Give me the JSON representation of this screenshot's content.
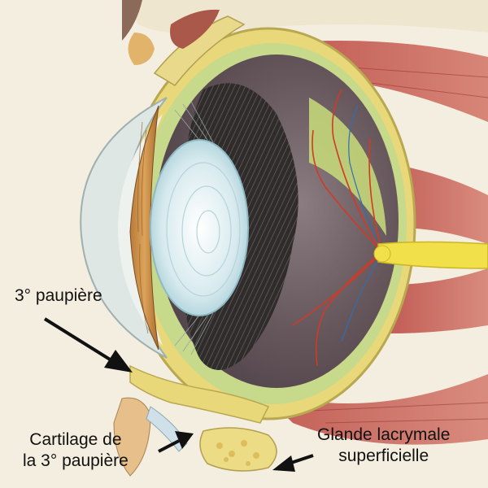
{
  "labels": {
    "third_eyelid": "3° paupière",
    "cartilage_line1": "Cartilage de",
    "cartilage_line2": "la 3° paupière",
    "gland_line1": "Glande lacrymale",
    "gland_line2": "superficielle"
  },
  "colors": {
    "background": "#f3eedf",
    "sclera_yellow": "#e8d87a",
    "muscle_red": "#c0524a",
    "lens_blue": "#c9e3e9",
    "ciliary_black": "#2c2a29",
    "iris_orange": "#c98a3e",
    "choroid_brown": "#5e4a4d",
    "retina_green": "#c7d98a",
    "nerve_yellow": "#f2e04a",
    "arrow_black": "#111111"
  }
}
